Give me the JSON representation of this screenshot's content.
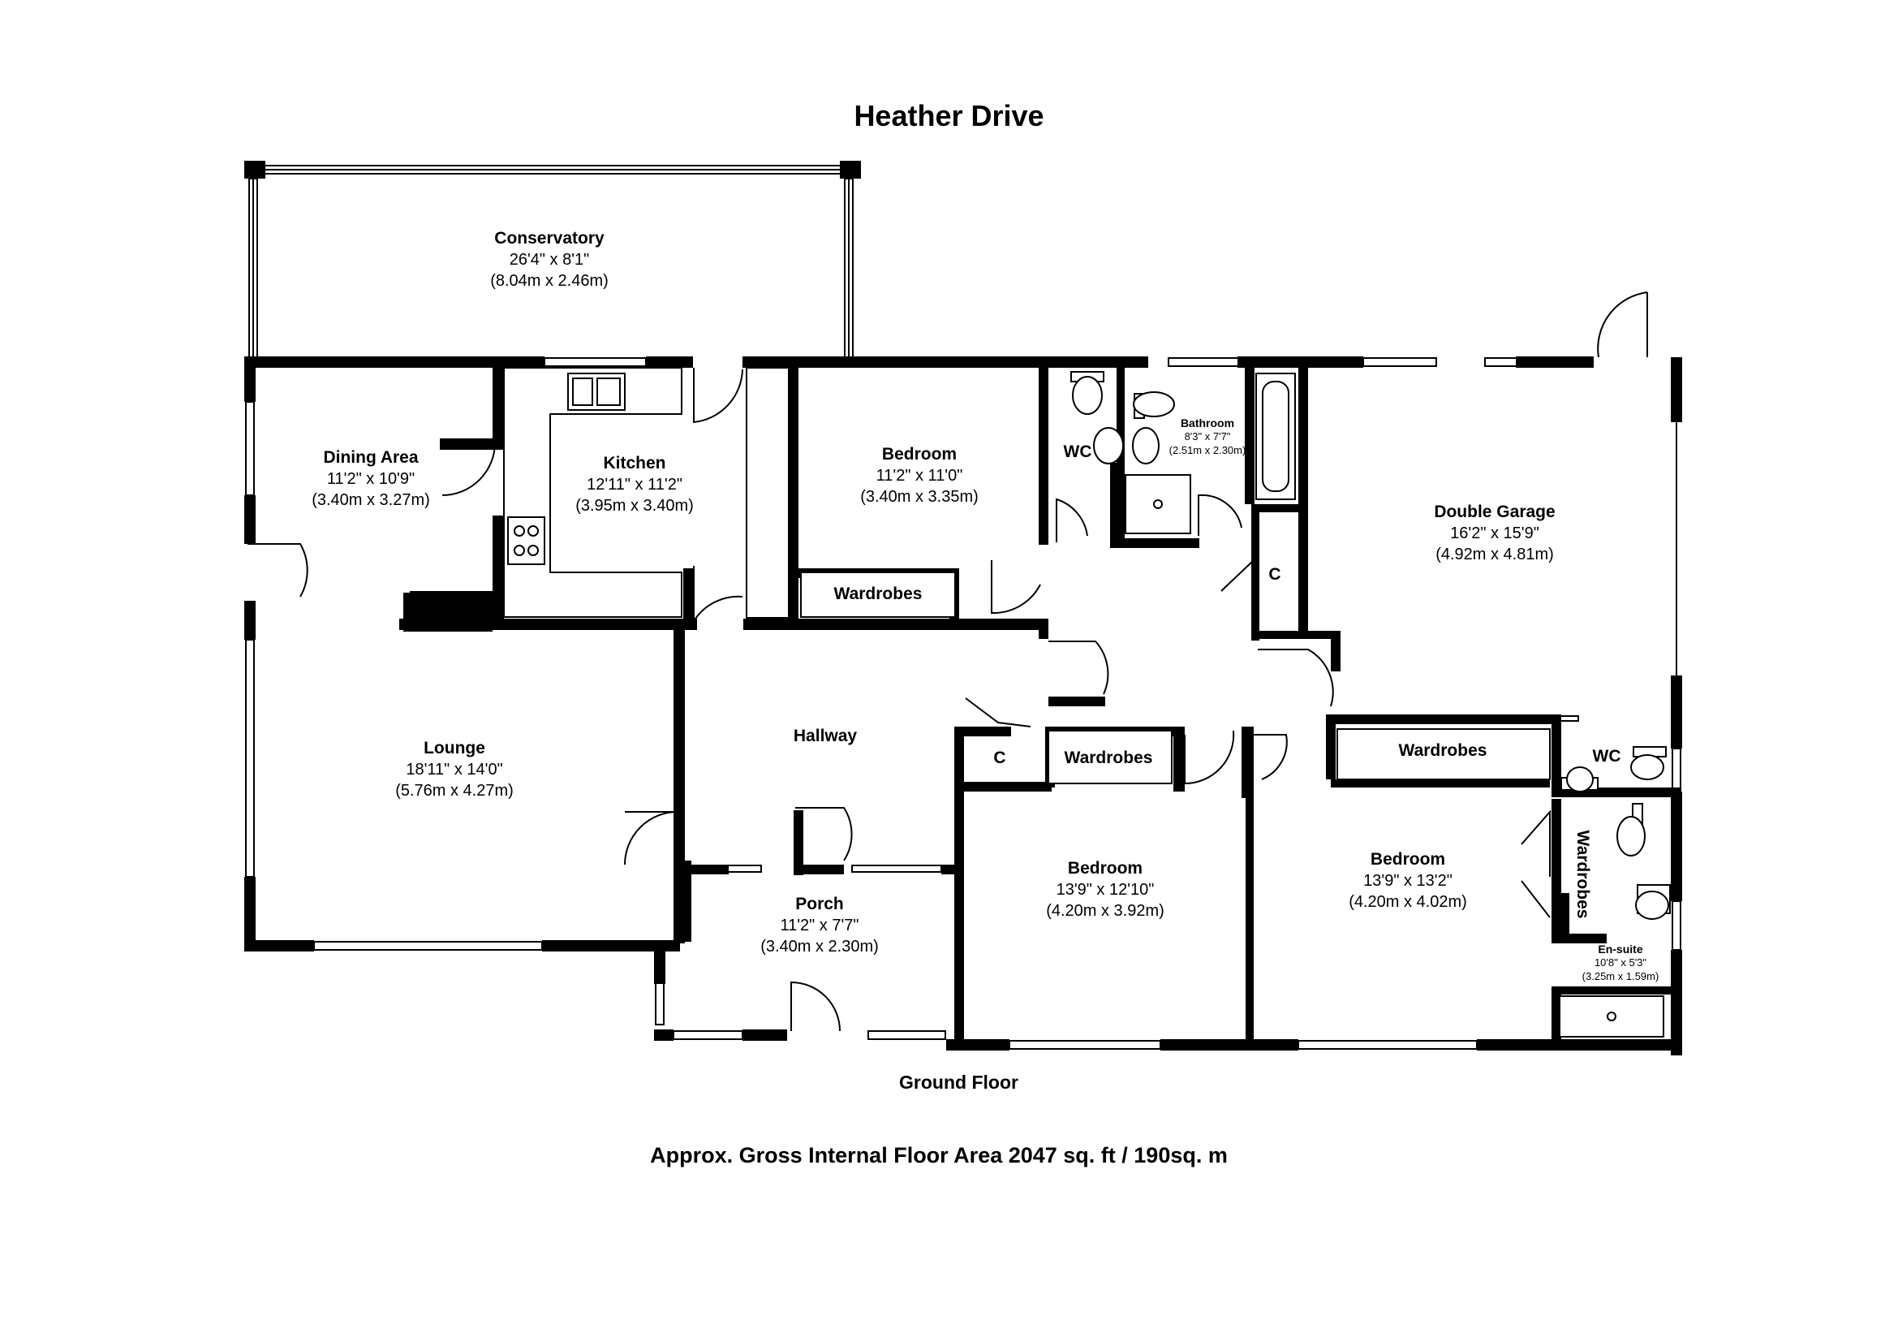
{
  "title": "Heather Drive",
  "floor_label": "Ground Floor",
  "area_summary": "Approx. Gross Internal Floor Area 2047 sq. ft / 190sq. m",
  "rooms": {
    "conservatory": {
      "name": "Conservatory",
      "imperial": "26'4\" x 8'1\"",
      "metric": "(8.04m x 2.46m)"
    },
    "dining": {
      "name": "Dining Area",
      "imperial": "11'2\" x 10'9\"",
      "metric": "(3.40m x 3.27m)"
    },
    "kitchen": {
      "name": "Kitchen",
      "imperial": "12'11\" x 11'2\"",
      "metric": "(3.95m x 3.40m)"
    },
    "bedroom1": {
      "name": "Bedroom",
      "imperial": "11'2\" x 11'0\"",
      "metric": "(3.40m x 3.35m)"
    },
    "bathroom": {
      "name": "Bathroom",
      "imperial": "8'3\" x 7'7\"",
      "metric": "(2.51m x 2.30m)"
    },
    "garage": {
      "name": "Double Garage",
      "imperial": "16'2\" x 15'9\"",
      "metric": "(4.92m x 4.81m)"
    },
    "lounge": {
      "name": "Lounge",
      "imperial": "18'11\" x 14'0\"",
      "metric": "(5.76m x 4.27m)"
    },
    "hallway": {
      "name": "Hallway"
    },
    "porch": {
      "name": "Porch",
      "imperial": "11'2\" x 7'7\"",
      "metric": "(3.40m x 2.30m)"
    },
    "bedroom2": {
      "name": "Bedroom",
      "imperial": "13'9\" x 12'10\"",
      "metric": "(4.20m x 3.92m)"
    },
    "bedroom3": {
      "name": "Bedroom",
      "imperial": "13'9\" x 13'2\"",
      "metric": "(4.20m x 4.02m)"
    },
    "ensuite": {
      "name": "En-suite",
      "imperial": "10'8\" x 5'3\"",
      "metric": "(3.25m x 1.59m)"
    }
  },
  "tags": {
    "wardrobes": "Wardrobes",
    "wc": "WC",
    "cupboard": "C"
  }
}
